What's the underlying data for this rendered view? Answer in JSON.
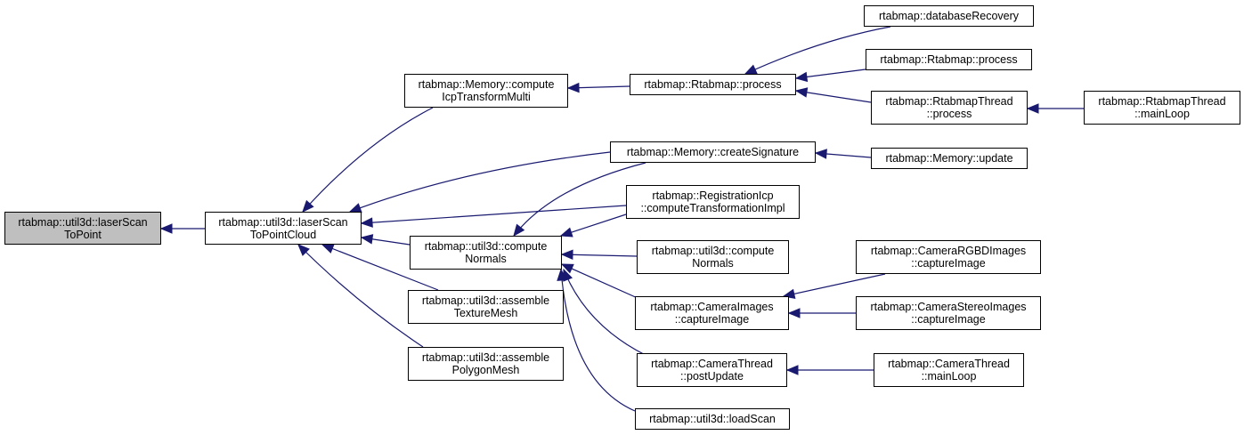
{
  "colors": {
    "edge": "#191970",
    "root_fill": "#bfbfbf",
    "node_fill": "#ffffff",
    "border": "#000000"
  },
  "nodes": {
    "laserScanToPoint": {
      "line1": "rtabmap::util3d::laserScan",
      "line2": "ToPoint"
    },
    "laserScanToPointCloud": {
      "line1": "rtabmap::util3d::laserScan",
      "line2": "ToPointCloud"
    },
    "computeIcpTransformMulti": {
      "line1": "rtabmap::Memory::compute",
      "line2": "IcpTransformMulti"
    },
    "rtabmapProcess": {
      "line1": "rtabmap::Rtabmap::process"
    },
    "databaseRecovery": {
      "line1": "rtabmap::databaseRecovery"
    },
    "rtabmapPublicProcess": {
      "line1": "rtabmap::Rtabmap::process"
    },
    "rtabmapThreadProcess": {
      "line1": "rtabmap::RtabmapThread",
      "line2": "::process"
    },
    "rtabmapThreadMainLoop": {
      "line1": "rtabmap::RtabmapThread",
      "line2": "::mainLoop"
    },
    "createSignature": {
      "line1": "rtabmap::Memory::createSignature"
    },
    "memoryUpdate": {
      "line1": "rtabmap::Memory::update"
    },
    "registrationIcp": {
      "line1": "rtabmap::RegistrationIcp",
      "line2": "::computeTransformationImpl"
    },
    "computeNormalsA": {
      "line1": "rtabmap::util3d::compute",
      "line2": "Normals"
    },
    "computeNormalsB": {
      "line1": "rtabmap::util3d::compute",
      "line2": "Normals"
    },
    "assembleTextureMesh": {
      "line1": "rtabmap::util3d::assemble",
      "line2": "TextureMesh"
    },
    "assemblePolygonMesh": {
      "line1": "rtabmap::util3d::assemble",
      "line2": "PolygonMesh"
    },
    "cameraImagesCapture": {
      "line1": "rtabmap::CameraImages",
      "line2": "::captureImage"
    },
    "cameraRGBDCapture": {
      "line1": "rtabmap::CameraRGBDImages",
      "line2": "::captureImage"
    },
    "cameraStereoCapture": {
      "line1": "rtabmap::CameraStereoImages",
      "line2": "::captureImage"
    },
    "cameraThreadPostUpdate": {
      "line1": "rtabmap::CameraThread",
      "line2": "::postUpdate"
    },
    "cameraThreadMainLoop": {
      "line1": "rtabmap::CameraThread",
      "line2": "::mainLoop"
    },
    "loadScan": {
      "line1": "rtabmap::util3d::loadScan"
    }
  },
  "edges": [
    [
      "laserScanToPointCloud",
      "laserScanToPoint"
    ],
    [
      "computeIcpTransformMulti",
      "laserScanToPointCloud"
    ],
    [
      "createSignature",
      "laserScanToPointCloud"
    ],
    [
      "registrationIcp",
      "laserScanToPointCloud"
    ],
    [
      "computeNormalsA",
      "laserScanToPointCloud"
    ],
    [
      "assembleTextureMesh",
      "laserScanToPointCloud"
    ],
    [
      "assemblePolygonMesh",
      "laserScanToPointCloud"
    ],
    [
      "rtabmapProcess",
      "computeIcpTransformMulti"
    ],
    [
      "databaseRecovery",
      "rtabmapProcess"
    ],
    [
      "rtabmapPublicProcess",
      "rtabmapProcess"
    ],
    [
      "rtabmapThreadProcess",
      "rtabmapProcess"
    ],
    [
      "rtabmapThreadMainLoop",
      "rtabmapThreadProcess"
    ],
    [
      "memoryUpdate",
      "createSignature"
    ],
    [
      "createSignature",
      "computeNormalsA"
    ],
    [
      "registrationIcp",
      "computeNormalsA"
    ],
    [
      "computeNormalsB",
      "computeNormalsA"
    ],
    [
      "cameraImagesCapture",
      "computeNormalsA"
    ],
    [
      "cameraThreadPostUpdate",
      "computeNormalsA"
    ],
    [
      "loadScan",
      "computeNormalsA"
    ],
    [
      "cameraRGBDCapture",
      "cameraImagesCapture"
    ],
    [
      "cameraStereoCapture",
      "cameraImagesCapture"
    ],
    [
      "cameraThreadMainLoop",
      "cameraThreadPostUpdate"
    ]
  ]
}
